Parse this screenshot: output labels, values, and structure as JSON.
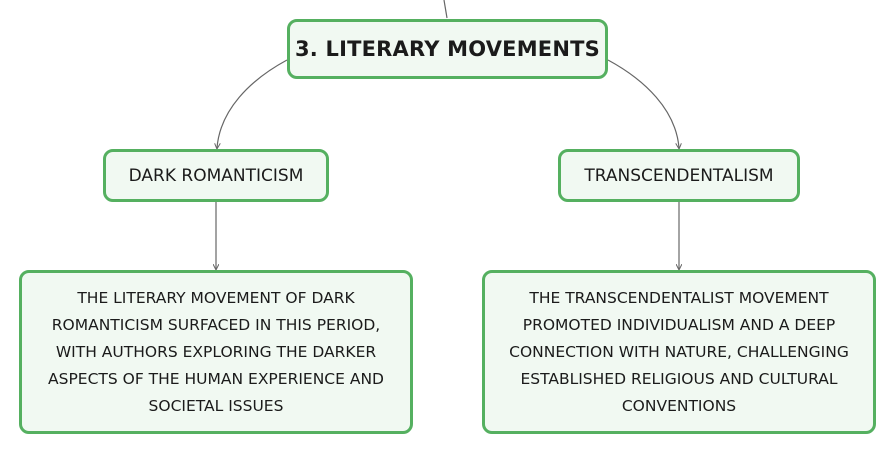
{
  "mindmap": {
    "root": {
      "label": "3. LITERARY MOVEMENTS"
    },
    "branches": [
      {
        "label": "DARK ROMANTICISM",
        "detail": "THE LITERARY MOVEMENT OF DARK ROMANTICISM SURFACED IN THIS PERIOD, WITH AUTHORS EXPLORING THE DARKER ASPECTS OF THE HUMAN EXPERIENCE AND SOCIETAL ISSUES"
      },
      {
        "label": "TRANSCENDENTALISM",
        "detail": "THE TRANSCENDENTALIST MOVEMENT PROMOTED INDIVIDUALISM AND A DEEP CONNECTION WITH NATURE, CHALLENGING ESTABLISHED RELIGIOUS AND CULTURAL CONVENTIONS"
      }
    ]
  },
  "colors": {
    "node_border": "#55b060",
    "node_fill": "#f1f9f2",
    "connector": "#666666",
    "text": "#1b1b1b"
  }
}
